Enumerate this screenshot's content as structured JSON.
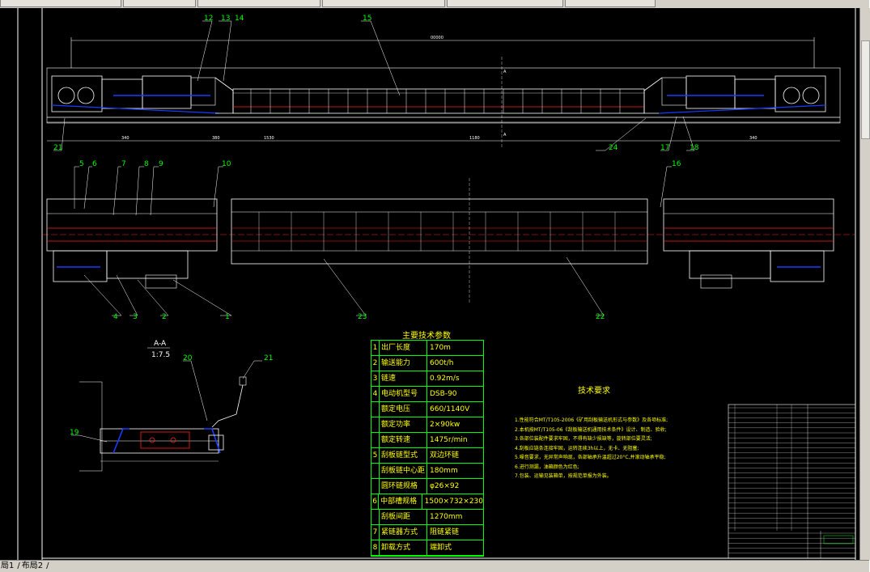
{
  "tabs": [
    "局1",
    "布局2"
  ],
  "callouts": {
    "top": [
      "12",
      "13",
      "14",
      "15",
      "21",
      "24",
      "17",
      "18"
    ],
    "mid": [
      "5",
      "6",
      "7",
      "8",
      "9",
      "10",
      "16"
    ],
    "low": [
      "4",
      "3",
      "2",
      "1",
      "23",
      "22"
    ],
    "section": [
      "20",
      "21",
      "19"
    ]
  },
  "section_view": {
    "title": "A-A",
    "scale": "1:7.5"
  },
  "section_marks": [
    "A",
    "A"
  ],
  "dims_top": [
    "340",
    "380",
    "1530",
    "1180",
    "340"
  ],
  "tech_table": {
    "title": "主要技术参数",
    "rows": [
      {
        "no": "1",
        "name": "出厂长度",
        "value": "170m"
      },
      {
        "no": "2",
        "name": "输送能力",
        "value": "600t/h"
      },
      {
        "no": "3",
        "name": "链速",
        "value": "0.92m/s"
      },
      {
        "no": "4",
        "name": "电动机型号",
        "value": "DSB-90"
      },
      {
        "no": "",
        "name": "额定电压",
        "value": "660/1140V"
      },
      {
        "no": "",
        "name": "额定功率",
        "value": "2×90kw"
      },
      {
        "no": "",
        "name": "额定转速",
        "value": "1475r/min"
      },
      {
        "no": "5",
        "name": "刮板链型式",
        "value": "双边环链"
      },
      {
        "no": "",
        "name": "刮板链中心距",
        "value": "180mm"
      },
      {
        "no": "",
        "name": "圆环链规格",
        "value": "φ26×92"
      },
      {
        "no": "6",
        "name": "中部槽规格",
        "value": "1500×732×230"
      },
      {
        "no": "",
        "name": "刮板间距",
        "value": "1270mm"
      },
      {
        "no": "7",
        "name": "紧链器方式",
        "value": "阻链紧链"
      },
      {
        "no": "8",
        "name": "卸载方式",
        "value": "端卸式"
      }
    ]
  },
  "requirements": {
    "title": "技术要求",
    "items": [
      "1.性能符合MT/T105-2006《矿用刮板输送机形式与参数》及各项标准;",
      "2.本机按MT/T105-06《刮板输送机通用技术条件》设计、制造、验收;",
      "3.各部位装配件要求牢固，不得有缺少损缺等，旋转部位要灵活;",
      "4.刮板应链条连接牢固，运转连续3h以上，无卡、无阻塞;",
      "5.噪音要求，无异常声响现，各部轴承升温超过20°C,并滚动轴承平稳;",
      "6.进行测漏，油箱颜色为红色;",
      "7.包装、运输见装箱单，按规范单报为外装。"
    ]
  },
  "colors": {
    "canvas": "#000000",
    "outline": "#ffffff",
    "accent_blue": "#1a3cff",
    "accent_red": "#ff2020",
    "table_green": "#00ff00",
    "text_yellow": "#ffff00",
    "callout_green": "#00ff00"
  }
}
